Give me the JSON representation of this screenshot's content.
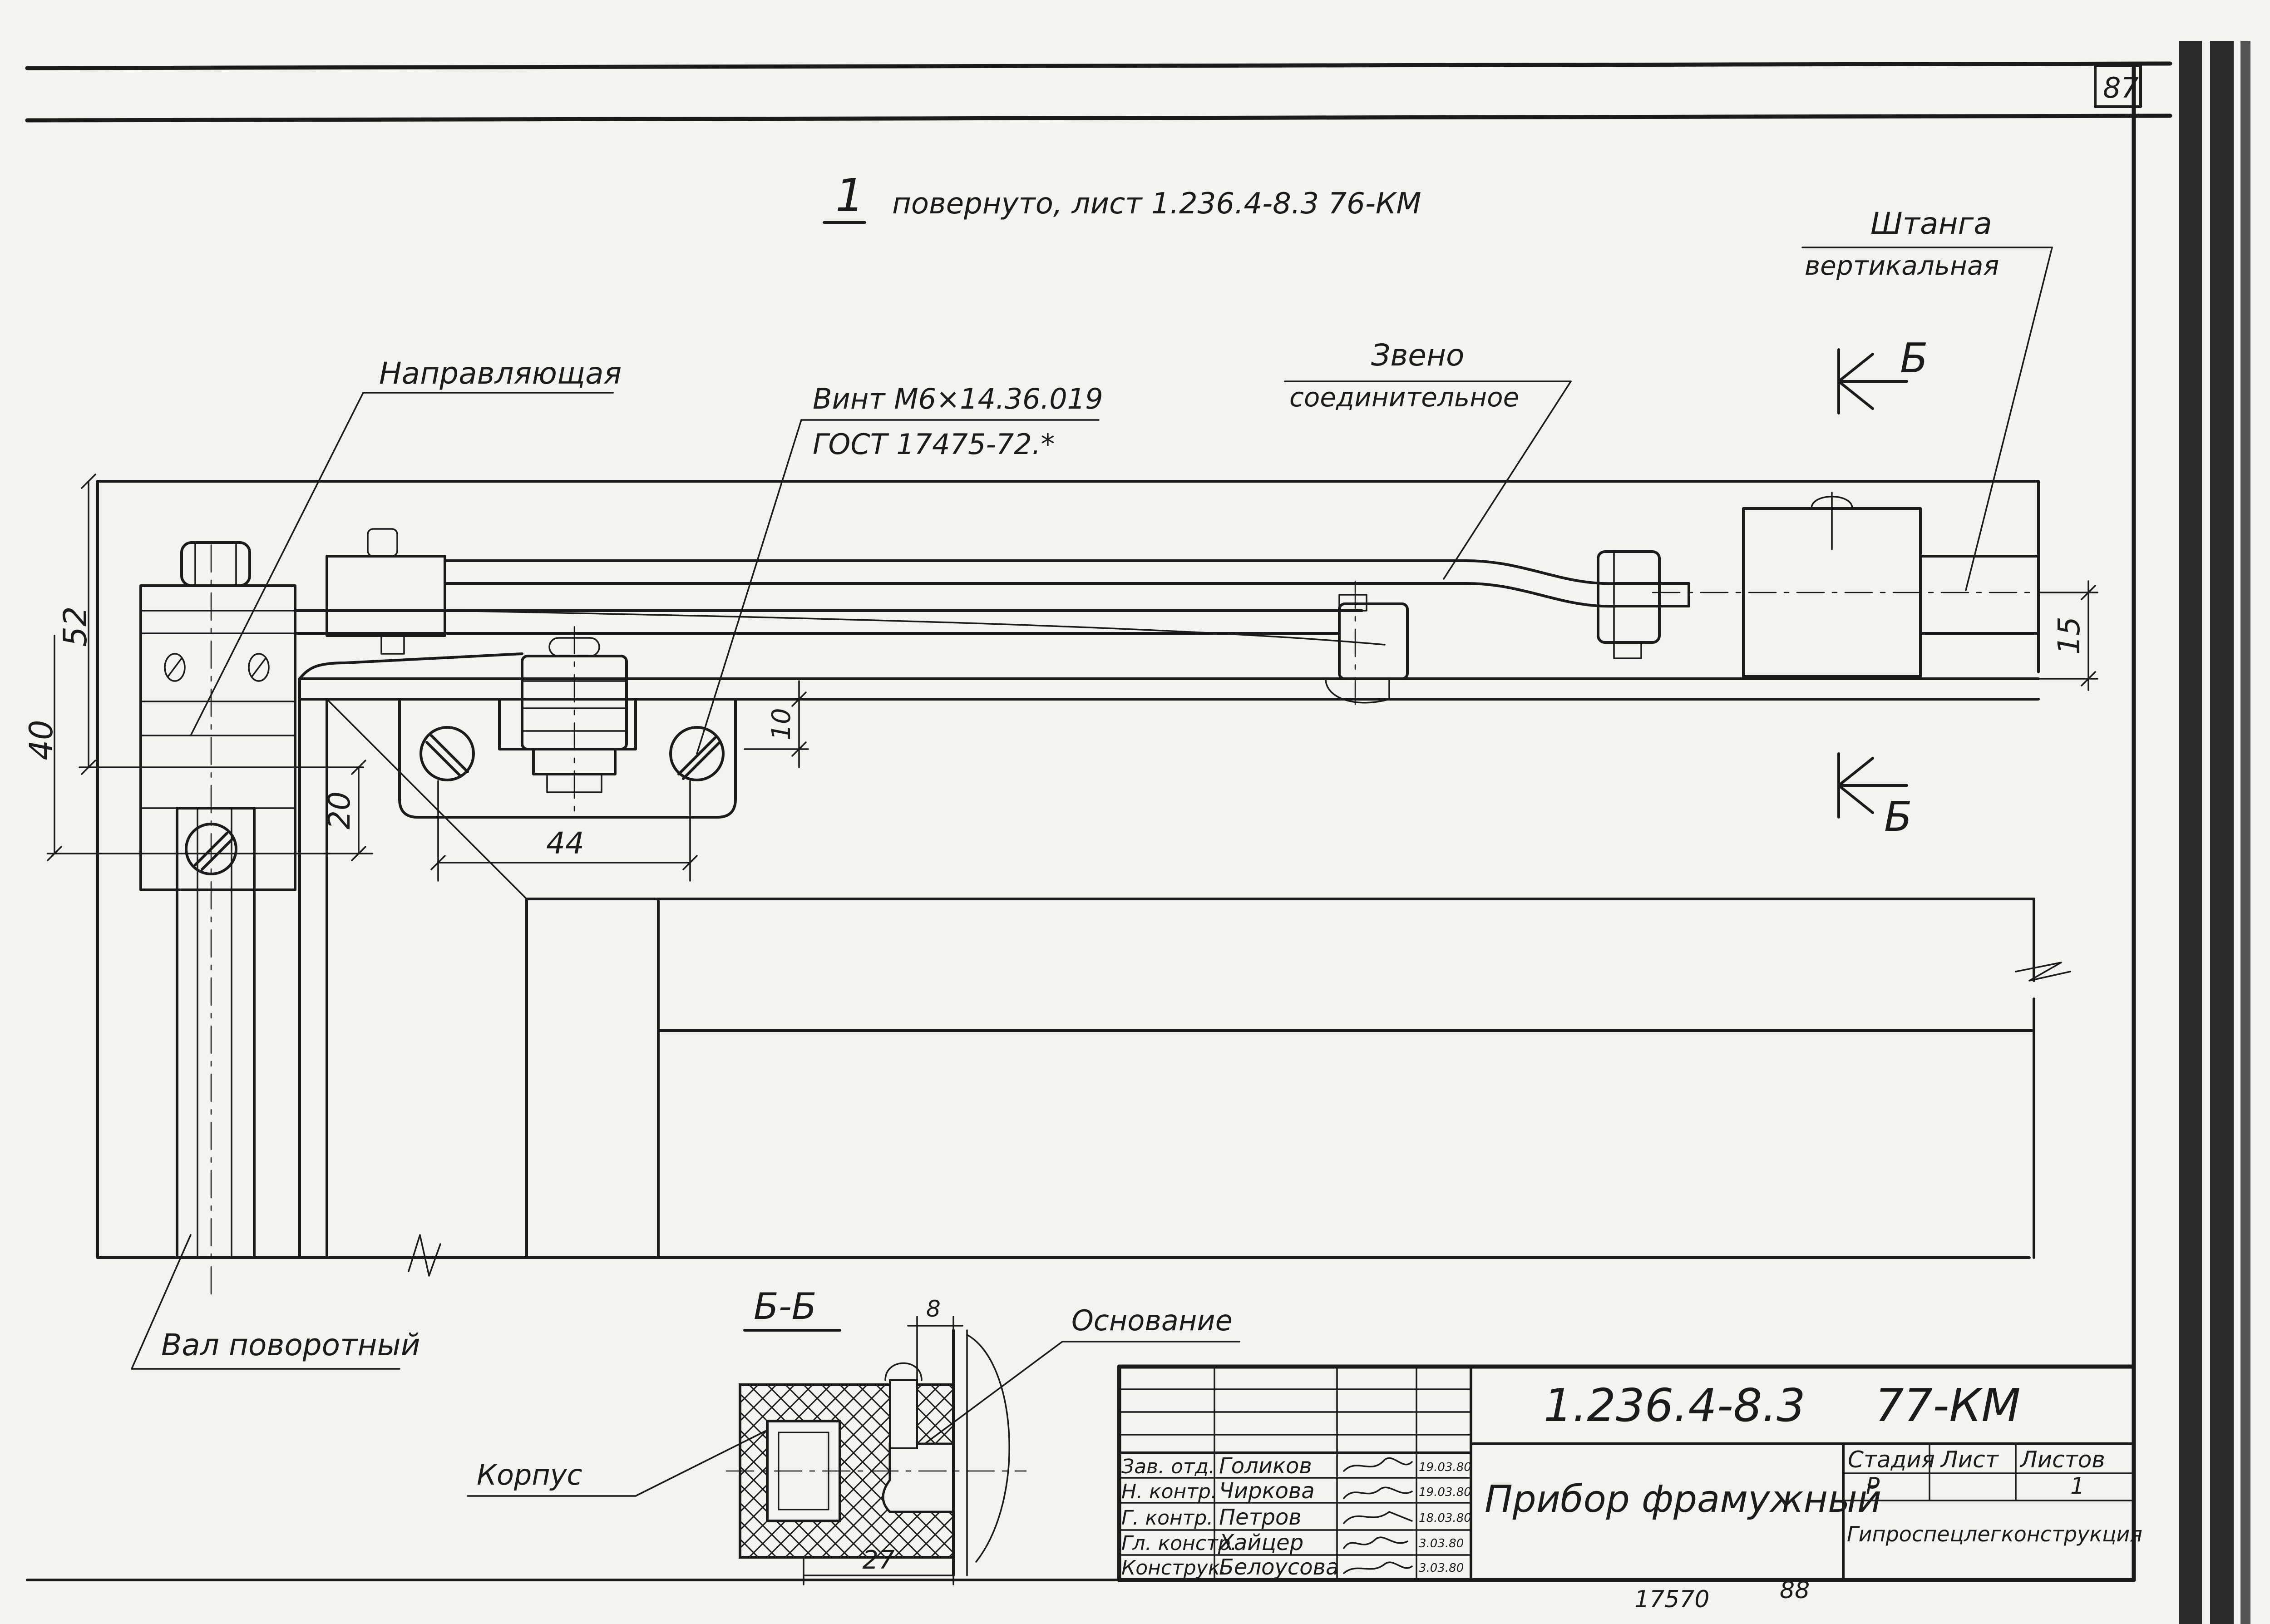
{
  "sheet": {
    "page_number": "87",
    "view_title_number": "1",
    "view_title_text": "повернуто, лист 1.236.4-8.3 76-КМ",
    "section_marker": "Б",
    "section_title": "Б-Б"
  },
  "labels": {
    "napravlyayushchaya": "Направляющая",
    "vint_line1": "Винт М6×14.36.019",
    "vint_line2": "ГОСТ 17475-72.*",
    "zveno_line1": "Звено",
    "zveno_line2": "соединительное",
    "shtanga_line1": "Штанга",
    "shtanga_line2": "вертикальная",
    "val": "Вал поворотный",
    "osnovanie": "Основание",
    "korpus": "Корпус"
  },
  "dimensions": {
    "d52": "52",
    "d40": "40",
    "d20": "20",
    "d44": "44",
    "d10": "10",
    "d15": "15",
    "d8": "8",
    "d27": "27"
  },
  "title_block": {
    "designation": "1.236.4-8.3",
    "sheet_code": "77-КМ",
    "product_name": "Прибор фрамужный",
    "stage_header": "Стадия",
    "sheet_header": "Лист",
    "sheets_header": "Листов",
    "stage_value": "Р",
    "sheets_value": "1",
    "organization": "Гипроспецлегконструкция",
    "rows": [
      {
        "role": "Зав. отд.",
        "name": "Голиков",
        "date": "19.03.80"
      },
      {
        "role": "Н. контр.",
        "name": "Чиркова",
        "date": "19.03.80"
      },
      {
        "role": "Г. контр.",
        "name": "Петров",
        "date": "18.03.80"
      },
      {
        "role": "Гл. констр.",
        "name": "Хайцер",
        "date": "3.03.80"
      },
      {
        "role": "Конструк.",
        "name": "Белоусова",
        "date": "3.03.80"
      }
    ]
  },
  "footer": {
    "number": "17570",
    "suffix": "88"
  }
}
